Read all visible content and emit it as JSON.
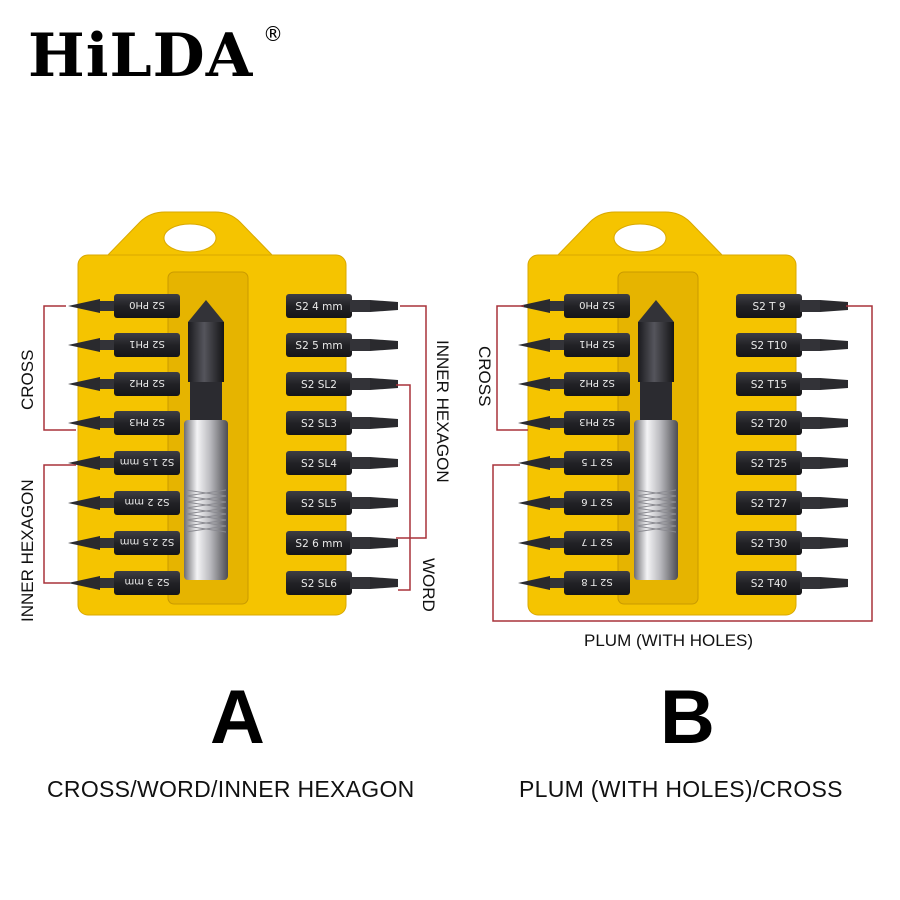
{
  "brand": {
    "logo_text": "HiLDA",
    "registered_mark": "®"
  },
  "colors": {
    "tray_yellow": "#f5c400",
    "bit_dark": "#2a2a2e",
    "bracket_red": "#a8323a"
  },
  "set_a": {
    "letter": "A",
    "caption": "CROSS/WORD/INNER HEXAGON",
    "labels": {
      "left_top": "CROSS",
      "left_bottom": "INNER HEXAGON",
      "right_top": "INNER HEXAGON",
      "right_bottom": "WORD"
    },
    "left_bits": [
      "S2 PH0",
      "S2 PH1",
      "S2 PH2",
      "S2 PH3",
      "S2 1.5 mm",
      "S2 2 mm",
      "S2 2.5 mm",
      "S2 3 mm"
    ],
    "right_bits": [
      "S2 4 mm",
      "S2 5 mm",
      "S2 SL2",
      "S2 SL3",
      "S2 SL4",
      "S2 SL5",
      "S2 6 mm",
      "S2 SL6"
    ]
  },
  "set_b": {
    "letter": "B",
    "caption": "PLUM (WITH HOLES)/CROSS",
    "labels": {
      "left_top": "CROSS",
      "bottom": "PLUM (WITH HOLES)"
    },
    "left_bits": [
      "S2 PH0",
      "S2 PH1",
      "S2 PH2",
      "S2 PH3",
      "S2 T 5",
      "S2 T 6",
      "S2 T 7",
      "S2 T 8"
    ],
    "right_bits": [
      "S2 T 9",
      "S2 T10",
      "S2 T15",
      "S2 T20",
      "S2 T25",
      "S2 T27",
      "S2 T30",
      "S2 T40"
    ]
  }
}
